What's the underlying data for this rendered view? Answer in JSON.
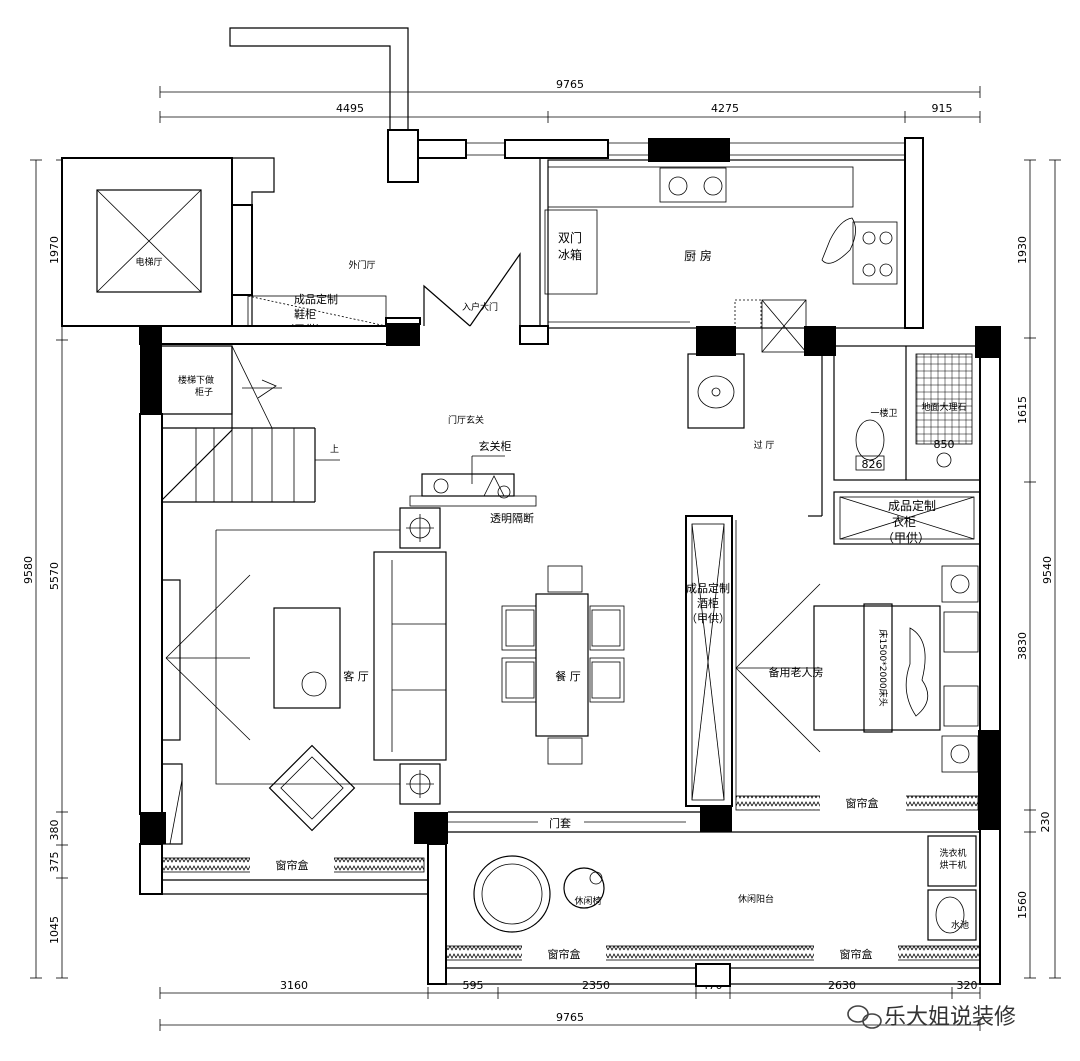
{
  "rooms": {
    "elevator_hall": "电梯厅",
    "outer_hall": "外门厅",
    "shoe_cabinet_line1": "成品定制",
    "shoe_cabinet_line2": "鞋柜",
    "shoe_cabinet_line3": "（甲供）",
    "entrance_door": "入户大门",
    "fridge_line1": "双门",
    "fridge_line2": "冰箱",
    "kitchen": "厨 房",
    "stair_cabinet_line1": "楼梯下做",
    "stair_cabinet_line2": "柜子",
    "foyer": "门厅玄关",
    "foyer_cabinet": "玄关柜",
    "transparent_partition": "透明隔断",
    "stair_up": "上",
    "corridor": "过 厅",
    "first_bath": "一楼卫",
    "floor_drain": "地面大理石",
    "wardrobe_line1": "成品定制",
    "wardrobe_line2": "衣柜",
    "wardrobe_line3": "（甲供）",
    "wine_cabinet_line1": "成品定制",
    "wine_cabinet_line2": "酒柜",
    "wine_cabinet_line3": "（甲供）",
    "living_room": "客 厅",
    "dining_room": "餐 厅",
    "guest_room": "备用老人房",
    "bed_size": "床1500*2000床头",
    "door_frame": "门套",
    "curtain_box": "窗帘盒",
    "leisure_balcony": "休闲阳台",
    "leisure_chair": "休闲椅",
    "washer_line1": "洗衣机",
    "washer_line2": "烘干机",
    "laundry_sink": "水池"
  },
  "dimensions": {
    "top_total": "9765",
    "top_left": "4495",
    "top_mid": "4275",
    "top_right": "915",
    "bottom_total": "9765",
    "bottom_1": "3160",
    "bottom_2": "595",
    "bottom_3": "2350",
    "bottom_4": "470",
    "bottom_5": "2630",
    "bottom_6": "320",
    "left_total": "9580",
    "left_1": "1970",
    "left_2": "5570",
    "left_3": "380",
    "left_4": "375",
    "left_5": "1045",
    "right_total": "9540",
    "right_1": "1930",
    "right_2": "1615",
    "right_3": "3830",
    "right_4": "230",
    "right_5": "1560",
    "bath_w1": "826",
    "bath_w2": "850"
  },
  "watermark": "乐大姐说装修"
}
